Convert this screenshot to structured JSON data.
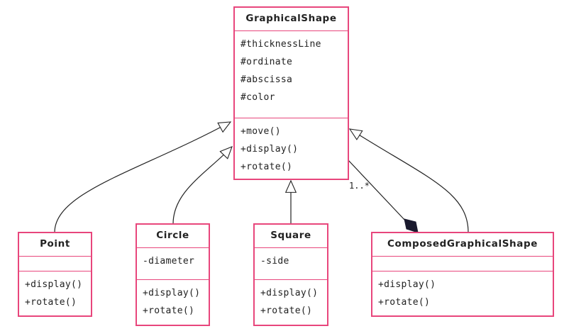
{
  "colors": {
    "border": "#e8467c",
    "line": "#222222"
  },
  "classes": {
    "graphical_shape": {
      "name": "GraphicalShape",
      "attributes": [
        "#thicknessLine",
        "#ordinate",
        "#abscissa",
        "#color"
      ],
      "methods": [
        "+move()",
        "+display()",
        "+rotate()"
      ]
    },
    "point": {
      "name": "Point",
      "attributes": [],
      "methods": [
        "+display()",
        "+rotate()"
      ]
    },
    "circle": {
      "name": "Circle",
      "attributes": [
        "-diameter"
      ],
      "methods": [
        "+display()",
        "+rotate()"
      ]
    },
    "square": {
      "name": "Square",
      "attributes": [
        "-side"
      ],
      "methods": [
        "+display()",
        "+rotate()"
      ]
    },
    "composed": {
      "name": "ComposedGraphicalShape",
      "attributes": [],
      "methods": [
        "+display()",
        "+rotate()"
      ]
    }
  },
  "relations": {
    "composition_multiplicity": "1..*"
  }
}
